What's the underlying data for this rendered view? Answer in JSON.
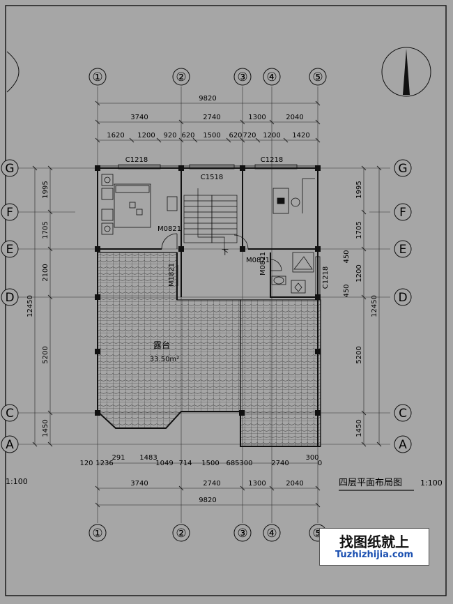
{
  "drawing": {
    "title": "四层平面布局图",
    "scale_right": "1:100",
    "scale_left": "1:100"
  },
  "axes": {
    "vertical": [
      "①",
      "②",
      "③",
      "④",
      "⑤"
    ],
    "horizontal": [
      "G",
      "F",
      "E",
      "D",
      "C",
      "A"
    ]
  },
  "dims": {
    "top_total": "9820",
    "top_row1": [
      "3740",
      "2740",
      "1300",
      "2040"
    ],
    "top_row2": [
      "1620",
      "1200",
      "920",
      "620",
      "1500",
      "620",
      "720",
      "1200",
      "1420"
    ],
    "bottom_row1": [
      "120",
      "1236",
      "291",
      "1483",
      "1049",
      "714",
      "1500",
      "685",
      "300",
      "2740",
      "300",
      "0"
    ],
    "bottom_row2": [
      "3740",
      "2740",
      "1300",
      "2040"
    ],
    "bottom_total": "9820",
    "left_segments": [
      "1995",
      "1705",
      "2100",
      "5200",
      "1450"
    ],
    "left_total": "12450",
    "right_segments": [
      "1995",
      "1705",
      "450",
      "1200",
      "450",
      "5200",
      "1450"
    ],
    "right_total": "12450"
  },
  "labels": {
    "win_c1218_left": "C1218",
    "win_c1518": "C1518",
    "win_c1218_right": "C1218",
    "win_c1218_side": "C1218",
    "door_m0821_a": "M0821",
    "door_m0821_b": "M0821",
    "door_m0821_c": "M0821",
    "door_m1821": "M1821",
    "terrace": "露台",
    "terrace_area": "33.50m²",
    "stair_dn": "下"
  },
  "watermark": {
    "name": "找图纸就上",
    "url": "Tuzhizhijia.com"
  }
}
